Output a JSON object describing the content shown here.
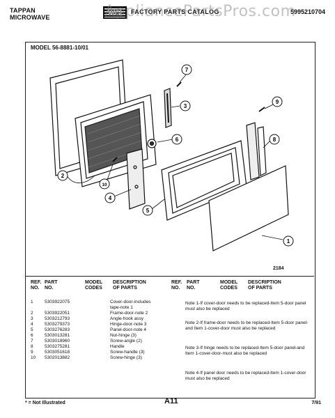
{
  "header": {
    "brand_line1": "TAPPAN",
    "brand_line2": "MICROWAVE",
    "logo_text": "WCI",
    "catalog_title": "FACTORY PARTS CATALOG",
    "catalog_number": "5995210704",
    "watermark": "AppliancePartsPros.com"
  },
  "model": "MODEL 56-8881-10/01",
  "figure_number": "2184",
  "callouts": [
    "1",
    "2",
    "3",
    "4",
    "5",
    "6",
    "7",
    "8",
    "9",
    "10"
  ],
  "table": {
    "headers": {
      "ref": [
        "REF.",
        "NO."
      ],
      "part": [
        "PART",
        "NO."
      ],
      "model_codes": [
        "MODEL",
        "CODES"
      ],
      "description": [
        "DESCRIPTION",
        "OF PARTS"
      ]
    },
    "rows": [
      {
        "ref": "1",
        "part": "5303922075",
        "desc": "Cover-door-includes"
      },
      {
        "ref": "",
        "part": "",
        "desc": "tape-note 1"
      },
      {
        "ref": "2",
        "part": "5303922051",
        "desc": "Frame-door-note 2"
      },
      {
        "ref": "3",
        "part": "5303212793",
        "desc": "Angle-hook assy"
      },
      {
        "ref": "4",
        "part": "5303279373",
        "desc": "Hinge-door-note 3"
      },
      {
        "ref": "5",
        "part": "5303276283",
        "desc": "Panel-door-note 4"
      },
      {
        "ref": "6",
        "part": "5303013281",
        "desc": "Nut-hinge (3)"
      },
      {
        "ref": "7",
        "part": "5303018960",
        "desc": "Screw-angle (2)"
      },
      {
        "ref": "8",
        "part": "5303275281",
        "desc": "Handle"
      },
      {
        "ref": "9",
        "part": "5303051618",
        "desc": "Screw-handle (3)"
      },
      {
        "ref": "10",
        "part": "5302013882",
        "desc": "Screw-hinge (3)"
      }
    ],
    "notes": [
      "Note 1-If cover-door needs to be replaced-Item 5-door panel must also be replaced",
      "Note 2-If frame-door needs to be replaced-Item 5-door panel-and Item 1-cover-door must also be replaced",
      "Note 3-If hinge needs to be replaced-Item 5-door panel-and Item 1-cover-door-must also be replaced",
      "Note 4-If panel door needs to be replaced-Item 1-cover-door must also be replaced"
    ]
  },
  "footer": {
    "not_illustrated": "* = Not Illustrated",
    "page": "A11",
    "date": "7/91"
  }
}
